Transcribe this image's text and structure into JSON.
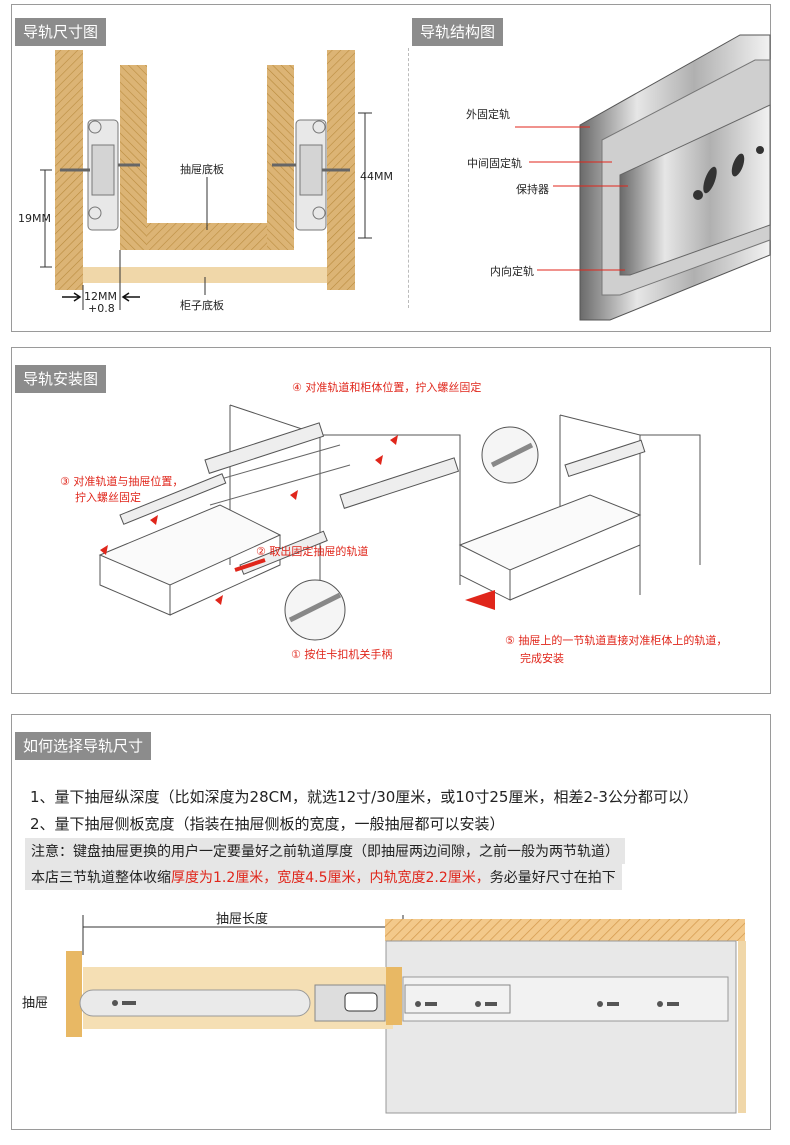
{
  "section1": {
    "dimension_title": "导轨尺寸图",
    "structure_title": "导轨结构图",
    "labels": {
      "drawer_bottom": "抽屉底板",
      "cabinet_bottom": "柜子底板",
      "h19": "19MM",
      "h44": "44MM",
      "w12": "12MM",
      "w12b": "+0.8"
    },
    "structure_labels": [
      "外固定轨",
      "中间固定轨",
      "保持器",
      "内向定轨"
    ]
  },
  "section2": {
    "title": "导轨安装图",
    "steps": {
      "s4": "④ 对准轨道和柜体位置，拧入螺丝固定",
      "s3a": "③ 对准轨道与抽屉位置，",
      "s3b": "拧入螺丝固定",
      "s2": "② 取出固定抽屉的轨道",
      "s1": "① 按住卡扣机关手柄",
      "s5a": "⑤ 抽屉上的一节轨道直接对准柜体上的轨道，",
      "s5b": "完成安装"
    }
  },
  "section3": {
    "title": "如何选择导轨尺寸",
    "line1": "1、量下抽屉纵深度（比如深度为28CM，就选12寸/30厘米，或10寸25厘米，相差2-3公分都可以）",
    "line2": "2、量下抽屉侧板宽度（指装在抽屉侧板的宽度，一般抽屉都可以安装）",
    "note": "注意：键盘抽屉更换的用户一定要量好之前轨道厚度（即抽屉两边间隙，之前一般为两节轨道）",
    "store_prefix": "本店三节轨道整体收缩",
    "store_red": "厚度为1.2厘米，宽度4.5厘米，内轨宽度2.2厘米，",
    "store_suffix": "务必量好尺寸在拍下",
    "drawer_length": "抽屉长度",
    "drawer": "抽屉"
  },
  "colors": {
    "wood": "#d9b46f",
    "wood_dark": "#b98b3e",
    "accent_red": "#e0261b",
    "tag_bg": "#8c8c8c"
  }
}
